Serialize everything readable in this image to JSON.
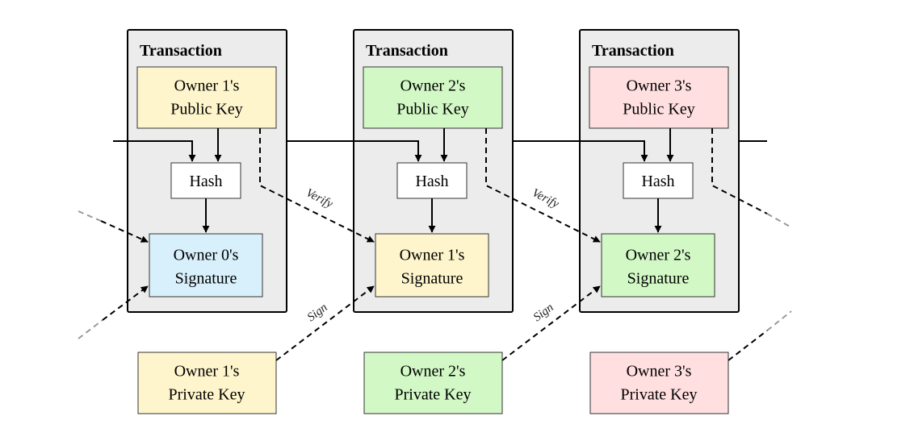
{
  "colors": {
    "yellow": "#fff5cc",
    "green": "#d2f8c6",
    "pink": "#ffdfe0",
    "blue": "#d8f0fb",
    "tx_fill": "#ececec"
  },
  "transactions": [
    {
      "title": "Transaction",
      "public_key": [
        "Owner 1's",
        "Public Key"
      ],
      "hash": "Hash",
      "signature": [
        "Owner 0's",
        "Signature"
      ],
      "public_key_color": "yellow",
      "signature_color": "blue"
    },
    {
      "title": "Transaction",
      "public_key": [
        "Owner 2's",
        "Public Key"
      ],
      "hash": "Hash",
      "signature": [
        "Owner 1's",
        "Signature"
      ],
      "public_key_color": "green",
      "signature_color": "yellow"
    },
    {
      "title": "Transaction",
      "public_key": [
        "Owner 3's",
        "Public Key"
      ],
      "hash": "Hash",
      "signature": [
        "Owner 2's",
        "Signature"
      ],
      "public_key_color": "pink",
      "signature_color": "green"
    }
  ],
  "private_keys": [
    {
      "lines": [
        "Owner 1's",
        "Private Key"
      ],
      "color": "yellow"
    },
    {
      "lines": [
        "Owner 2's",
        "Private Key"
      ],
      "color": "green"
    },
    {
      "lines": [
        "Owner 3's",
        "Private Key"
      ],
      "color": "pink"
    }
  ],
  "edge_labels": {
    "verify": [
      "Verify",
      "Verify"
    ],
    "sign": [
      "Sign",
      "Sign"
    ]
  }
}
